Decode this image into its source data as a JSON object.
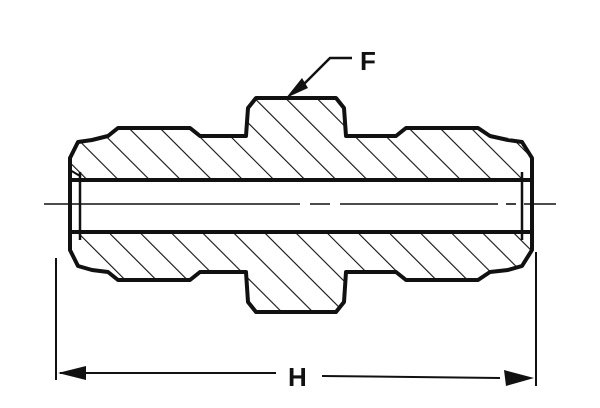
{
  "diagram": {
    "type": "cross-section",
    "subject": "straight union tube fitting (sectional view)",
    "labels": {
      "F": "F",
      "H": "H"
    },
    "annotations": [
      {
        "id": "F",
        "meaning": "leader to central hex flat",
        "position": "top-center"
      },
      {
        "id": "H",
        "meaning": "overall length dimension",
        "position": "bottom"
      }
    ],
    "colors": {
      "ink": "#111111",
      "background": "#ffffff"
    }
  }
}
